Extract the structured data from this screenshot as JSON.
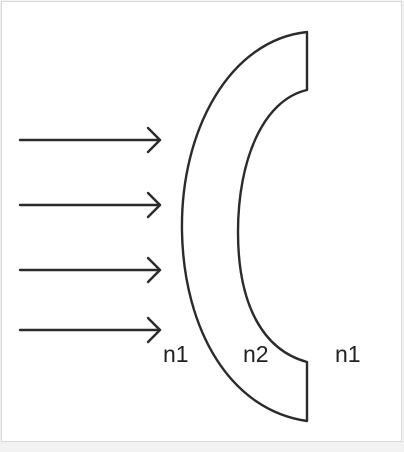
{
  "diagram": {
    "labels": {
      "n1_left": "n1",
      "n2": "n2",
      "n1_right": "n1"
    },
    "arrow_count": 4,
    "colors": {
      "stroke": "#2b2b2b",
      "text": "#222222",
      "background": "#ffffff"
    }
  }
}
